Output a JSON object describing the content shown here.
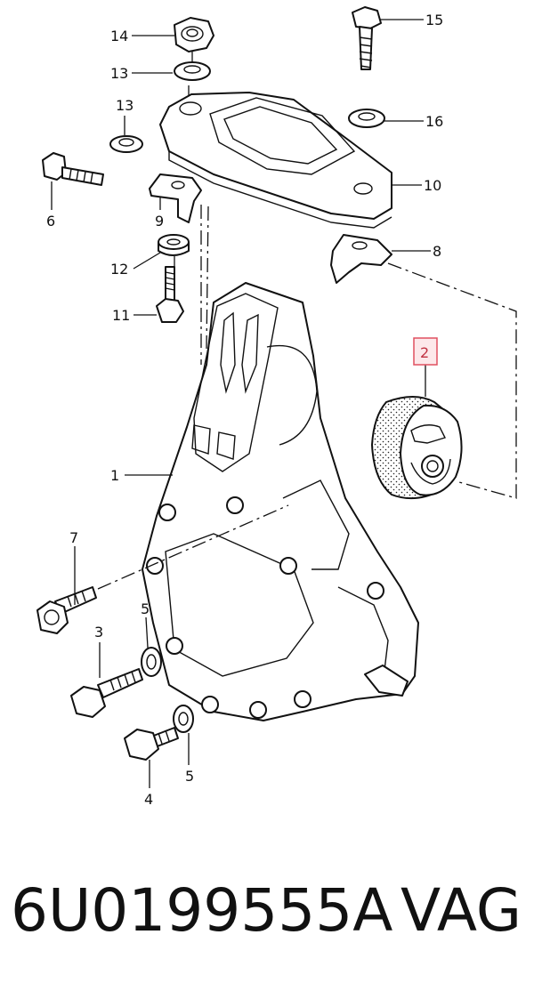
{
  "diagram": {
    "callouts": {
      "c1": "1",
      "c2": "2",
      "c3": "3",
      "c4": "4",
      "c5a": "5",
      "c5b": "5",
      "c6": "6",
      "c7": "7",
      "c8": "8",
      "c9": "9",
      "c10": "10",
      "c11": "11",
      "c12": "12",
      "c13a": "13",
      "c13b": "13",
      "c14": "14",
      "c15": "15",
      "c16": "16"
    },
    "highlight_color": "#e05060"
  },
  "footer": {
    "part_number": "6U0199555A",
    "brand": "VAG"
  }
}
